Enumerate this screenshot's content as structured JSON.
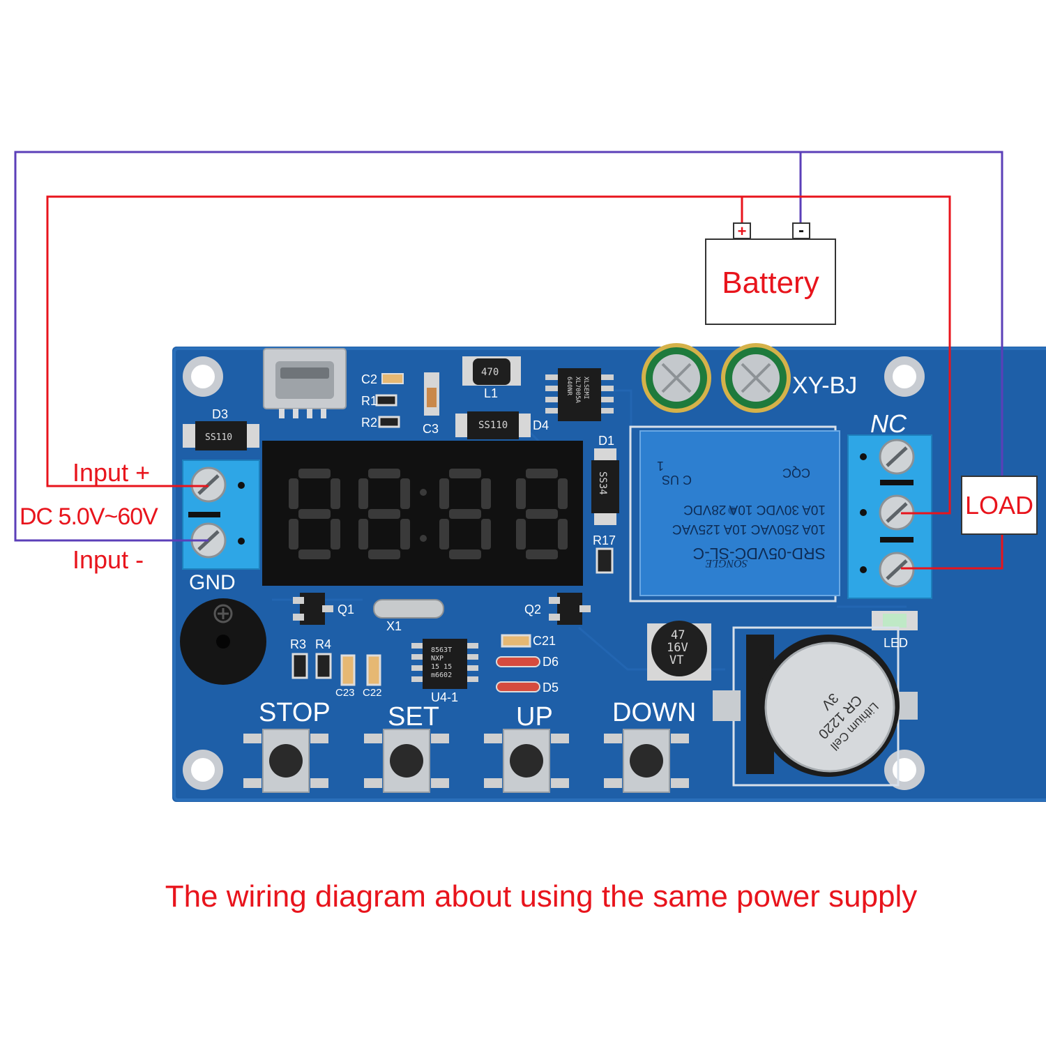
{
  "colors": {
    "positive_wire": "#e8141c",
    "negative_wire": "#5b3fb8",
    "pcb": "#1e5fa8",
    "terminal": "#2ea6e6",
    "relay": "#2d7fd0",
    "label": "#e8141c"
  },
  "battery": {
    "label": "Battery",
    "plus": "+",
    "minus": "-"
  },
  "load": {
    "label": "LOAD"
  },
  "input": {
    "plus_label": "Input +",
    "voltage_label": "DC 5.0V~60V",
    "minus_label": "Input -"
  },
  "board": {
    "model": "XY-BJ",
    "nc_label": "NC",
    "gnd_label": "GND",
    "led_label": "LED",
    "display_digits": "88:88",
    "components": {
      "d3": "D3",
      "d3_chip": "SS110",
      "c2": "C2",
      "r1": "R1",
      "r2": "R2",
      "c3": "C3",
      "l1": "L1",
      "l1_chip": "470",
      "d4": "D4",
      "d4_chip": "SS110",
      "ic_line1": "XLSEMI",
      "ic_line2": "XL7005A",
      "ic_line3": "640NR",
      "d1": "D1",
      "d1_chip": "SS34",
      "r17": "R17",
      "q1": "Q1",
      "q2": "Q2",
      "x1": "X1",
      "r3": "R3",
      "r4": "R4",
      "c23": "C23",
      "c22": "C22",
      "u4": "U4-1",
      "u4_line1": "8563T",
      "u4_line2": "NXP",
      "u4_line3": "15 15",
      "u4_line4": "m6602",
      "c21": "C21",
      "d6": "D6",
      "d5": "D5",
      "cap_line1": "47",
      "cap_line2": "16V",
      "cap_line3": "VT"
    },
    "relay_text": {
      "model": "SRD-05VDC-SL-C",
      "line1": "10A 250VAC  10A 125VAC",
      "line2": "10A  30VDC  10A  28VDC",
      "cert_left": "C US",
      "cert_num": "1",
      "cert_right": "CQC",
      "brand": "SONGLE"
    },
    "coin_cell": {
      "model": "CR 1220",
      "voltage": "3V",
      "type": "Lithium Cell"
    },
    "buttons": [
      {
        "label": "STOP"
      },
      {
        "label": "SET"
      },
      {
        "label": "UP"
      },
      {
        "label": "DOWN"
      }
    ]
  },
  "caption": "The wiring diagram about using the same power supply"
}
